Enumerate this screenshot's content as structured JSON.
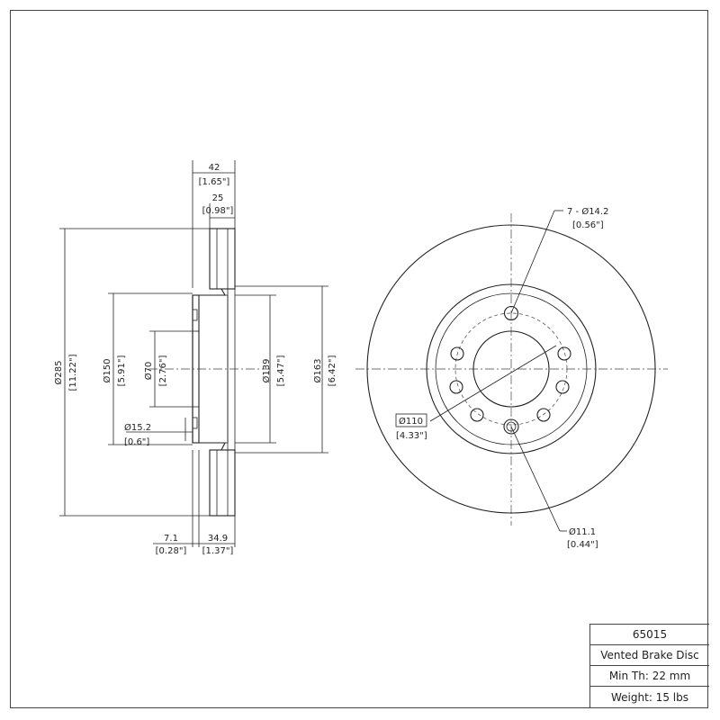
{
  "side_view": {
    "overall_thickness": "42",
    "overall_thickness_in": "[1.65\"]",
    "friction_thickness": "25",
    "friction_thickness_in": "[0.98\"]",
    "outer_diameter": "Ø285",
    "outer_diameter_in": "[11.22\"]",
    "hat_diameter": "Ø150",
    "hat_diameter_in": "[5.91\"]",
    "center_bore": "Ø70",
    "center_bore_in": "[2.76\"]",
    "hub_face": "Ø15.2",
    "hub_face_in": "[0.6\"]",
    "inner_friction": "Ø139",
    "inner_friction_in": "[5.47\"]",
    "hat_outer": "Ø163",
    "hat_outer_in": "[6.42\"]",
    "offset_a": "7.1",
    "offset_a_in": "[0.28\"]",
    "offset_b": "34.9",
    "offset_b_in": "[1.37\"]"
  },
  "front_view": {
    "bolt_holes": "7 - Ø14.2",
    "bolt_holes_in": "[0.56\"]",
    "bolt_circle": "Ø110",
    "bolt_circle_in": "[4.33\"]",
    "small_hole": "Ø11.1",
    "small_hole_in": "[0.44\"]"
  },
  "title_block": {
    "part_number": "65015",
    "description": "Vented Brake Disc",
    "min_thickness": "Min Th: 22 mm",
    "weight": "Weight: 15 lbs"
  }
}
